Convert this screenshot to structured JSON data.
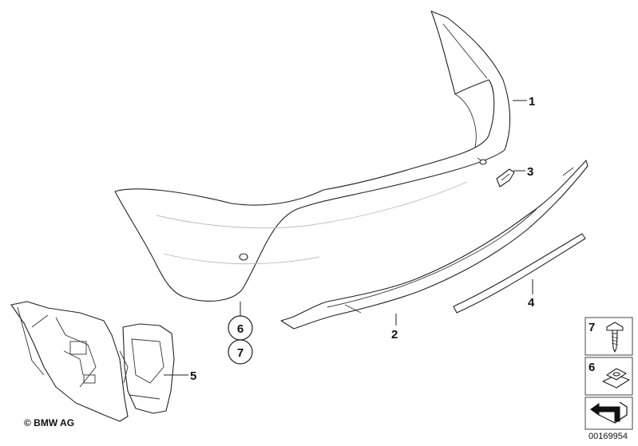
{
  "parts": [
    {
      "number": "1"
    },
    {
      "number": "2"
    },
    {
      "number": "3"
    },
    {
      "number": "4"
    },
    {
      "number": "5"
    }
  ],
  "references": [
    {
      "number": "6"
    },
    {
      "number": "7"
    }
  ],
  "legend": [
    {
      "number": "7"
    },
    {
      "number": "6"
    }
  ],
  "copyright": "© BMW AG",
  "diagram_id": "00169954"
}
